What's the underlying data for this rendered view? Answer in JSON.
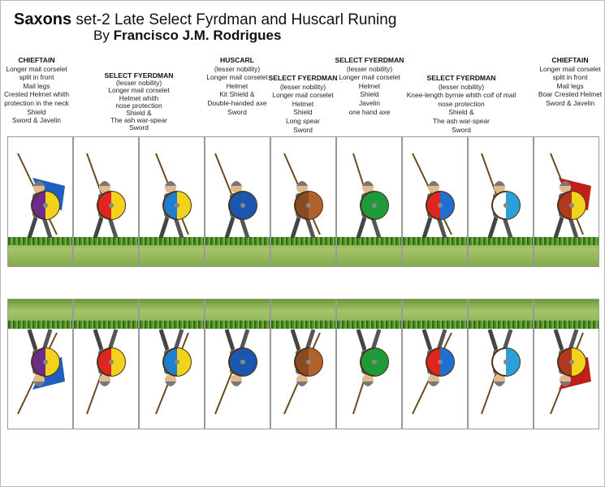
{
  "header": {
    "title_bold": "Saxons",
    "title_rest": " set-2 Late Select Fyrdman and Huscarl Runing",
    "by": "By ",
    "author": "Francisco J.M. Rodrigues"
  },
  "descriptions": [
    {
      "heading": "CHIEFTAIN",
      "lines": [
        "Longer mail corselet",
        "split in front",
        "Mail legs",
        "Crested Helmet whith",
        "protection in the neck",
        "Shield",
        "Sword & Javelin"
      ]
    },
    {
      "heading": "SELECT FYERDMAN",
      "lines": [
        "(lesser nobility)",
        "Longer mail corselet",
        "Helmet whith",
        "nose protection",
        "Shield &",
        "The ash war-spear",
        "Sword"
      ]
    },
    {
      "heading": "HUSCARL",
      "lines": [
        "(lesser nobility)",
        "Longer mail corselet",
        "Helmet",
        "Kit Shield &",
        "Double-handed axe",
        "Sword"
      ]
    },
    {
      "heading": "SELECT FYERDMAN",
      "lines": [
        "(lesser nobility)",
        "Longer mail corselet",
        "Helmet",
        "Shield",
        "Long spear",
        "Sword"
      ]
    },
    {
      "heading": "SELECT FYERDMAN",
      "lines": [
        "(lesser nobility)",
        "Longer mail corselet",
        "Helmet",
        "Shield",
        "Javelin",
        "one hand axe"
      ]
    },
    {
      "heading": "SELECT FYERDMAN",
      "lines": [
        "(lesser nobility)",
        "Knee-length byrnie whith coif of mail",
        "nose protection",
        "Shield &",
        "The ash war-spear",
        "Sword"
      ]
    },
    {
      "heading": "CHIEFTAIN",
      "lines": [
        "Longer mail corselet",
        "split in front",
        "Mail legs",
        "Boar Crested Helmet",
        "Sword & Javelin"
      ]
    }
  ],
  "figures": [
    {
      "shield": [
        "#6b2c8a",
        "#f2d21a"
      ],
      "cloak": "#1f5fbf"
    },
    {
      "shield": [
        "#e0241f",
        "#f2d21a"
      ],
      "cloak": ""
    },
    {
      "shield": [
        "#1e7fd0",
        "#f2d21a"
      ],
      "cloak": ""
    },
    {
      "shield": [
        "#1b56b0",
        "#1b56b0"
      ],
      "cloak": ""
    },
    {
      "shield": [
        "#8a4a22",
        "#b0622c"
      ],
      "cloak": ""
    },
    {
      "shield": [
        "#1f9a3a",
        "#1f9a3a"
      ],
      "cloak": ""
    },
    {
      "shield": [
        "#e0241f",
        "#1e6fd0"
      ],
      "cloak": ""
    },
    {
      "shield": [
        "#ffffff",
        "#2aa0d8"
      ],
      "cloak": ""
    },
    {
      "shield": [
        "#b03a1e",
        "#f2d21a"
      ],
      "cloak": "#c0201a"
    }
  ]
}
